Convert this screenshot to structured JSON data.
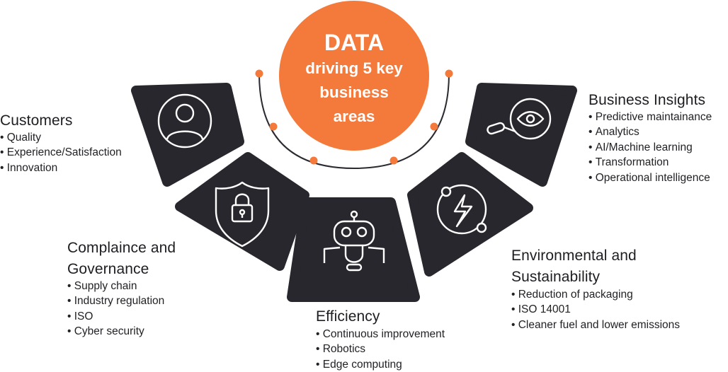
{
  "center": {
    "title": "DATA",
    "subtitle": [
      "driving 5 key",
      "business",
      "areas"
    ],
    "color": "#f47a3c"
  },
  "colors": {
    "tile": "#27272d",
    "accent": "#f47a3c",
    "icon": "#ffffff"
  },
  "areas": [
    {
      "key": "customers",
      "icon": "user-icon",
      "heading": [
        "Customers"
      ],
      "points": [
        "Quality",
        "Experience/Satisfaction",
        "Innovation"
      ]
    },
    {
      "key": "compliance",
      "icon": "shield-lock-icon",
      "heading": [
        "Complaince and",
        "Governance"
      ],
      "points": [
        "Supply chain",
        "Industry regulation",
        "ISO",
        "Cyber security"
      ]
    },
    {
      "key": "efficiency",
      "icon": "robot-icon",
      "heading": [
        "Efficiency"
      ],
      "points": [
        "Continuous improvement",
        "Robotics",
        "Edge computing"
      ]
    },
    {
      "key": "environmental",
      "icon": "energy-orbit-icon",
      "heading": [
        "Environmental and",
        "Sustainability"
      ],
      "points": [
        "Reduction of packaging",
        "ISO 14001",
        "Cleaner fuel and lower emissions"
      ]
    },
    {
      "key": "business",
      "icon": "magnifier-eye-icon",
      "heading": [
        "Business Insights"
      ],
      "points": [
        "Predictive maintainance",
        "Analytics",
        "AI/Machine learning",
        "Transformation",
        "Operational intelligence"
      ]
    }
  ]
}
